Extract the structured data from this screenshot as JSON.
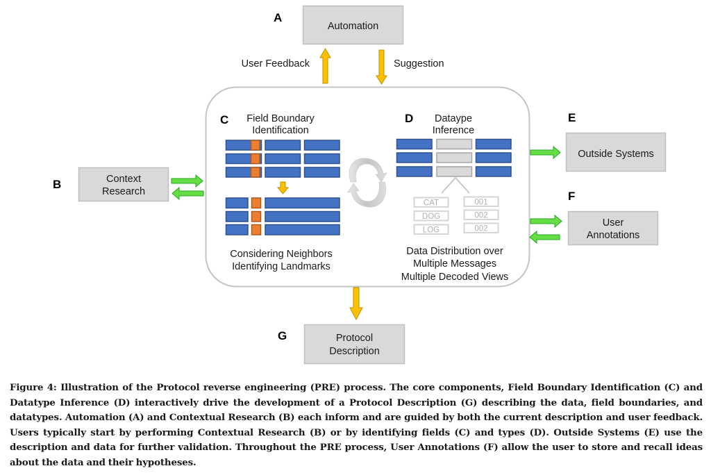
{
  "figure": {
    "nodes": {
      "A": {
        "letter": "A",
        "label": "Automation"
      },
      "B": {
        "letter": "B",
        "label_lines": [
          "Context",
          "Research"
        ]
      },
      "C": {
        "letter": "C",
        "title_lines": [
          "Field Boundary",
          "Identification"
        ],
        "subtitle_lines": [
          "Considering Neighbors",
          "Identifying Landmarks"
        ]
      },
      "D": {
        "letter": "D",
        "title_lines": [
          "Dataype",
          "Inference"
        ],
        "subtitle_lines": [
          "Data Distribution over",
          "Multiple Messages",
          "Multiple Decoded Views"
        ]
      },
      "E": {
        "letter": "E",
        "label": "Outside Systems"
      },
      "F": {
        "letter": "F",
        "label_lines": [
          "User",
          "Annotations"
        ]
      },
      "G": {
        "letter": "G",
        "label_lines": [
          "Protocol",
          "Description"
        ]
      }
    },
    "edge_labels": {
      "user_feedback": "User Feedback",
      "suggestion": "Suggestion"
    },
    "decoded_views": {
      "text_view": [
        "CAT",
        "DOG",
        "LOG"
      ],
      "number_view": [
        "001",
        "002",
        "002"
      ]
    },
    "icons": {
      "cycle": "refresh-cycle-icon"
    },
    "colors": {
      "box_fill": "#d9d9d9",
      "box_border": "#bfbfbf",
      "field_blue": "#4472c4",
      "field_blue_border": "#2f528f",
      "landmark_orange": "#ed7d31",
      "landmark_border": "#ae5a21",
      "arrow_yellow": "#ffc000",
      "arrow_yellow_border": "#bf9000",
      "arrow_green": "#70ad47",
      "arrow_green_fill": "#66dd44",
      "arrow_green_border": "#22aa22",
      "container_border": "#bfbfbf",
      "faded_gray": "#c8c8c8"
    }
  },
  "caption": {
    "text": "Figure 4: Illustration of the Protocol reverse engineering (PRE) process. The core components, Field Boundary Identification (C) and Datatype Inference (D) interactively drive the development of a Protocol Description (G) describing the data, field boundaries, and datatypes. Automation (A) and Contextual Research (B) each inform and are guided by both the current description and user feedback. Users typically start by performing Contextual Research (B) or by identifying fields (C) and types (D). Outside Systems (E) use the description and data for further validation. Throughout the PRE process, User Annotations (F) allow the user to store and recall ideas about the data and their hypotheses."
  }
}
